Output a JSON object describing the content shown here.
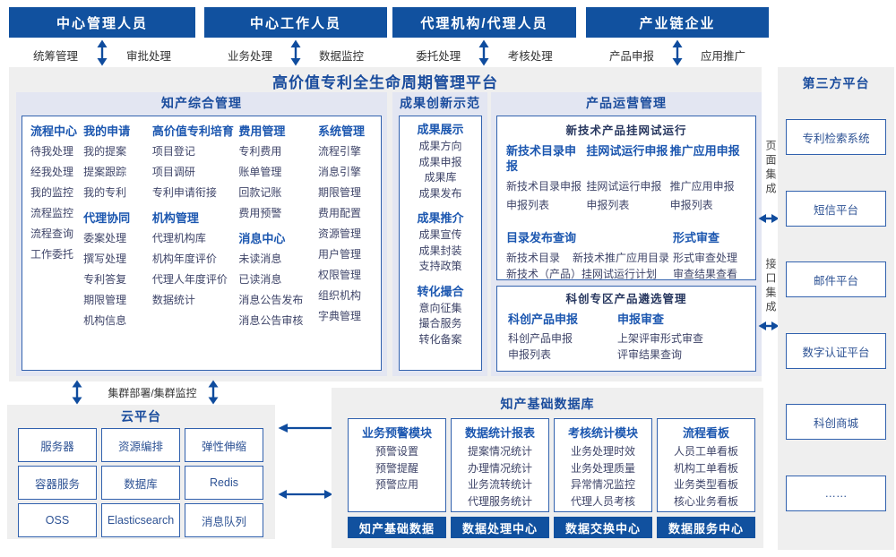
{
  "top_groups": [
    {
      "title": "中心管理人员",
      "left_label": "统筹管理",
      "right_label": "审批处理"
    },
    {
      "title": "中心工作人员",
      "left_label": "业务处理",
      "right_label": "数据监控"
    },
    {
      "title": "代理机构/代理人员",
      "left_label": "委托处理",
      "right_label": "考核处理"
    },
    {
      "title": "产业链企业",
      "left_label": "产品申报",
      "right_label": "应用推广"
    }
  ],
  "platform_title": "高价值专利全生命周期管理平台",
  "ip_management": {
    "title": "知产综合管理",
    "columns": [
      {
        "groups": [
          {
            "title": "流程中心",
            "items": [
              "待我处理",
              "经我处理",
              "我的监控",
              "流程监控",
              "流程查询",
              "工作委托"
            ]
          }
        ]
      },
      {
        "groups": [
          {
            "title": "我的申请",
            "items": [
              "我的提案",
              "提案跟踪",
              "我的专利"
            ]
          },
          {
            "title": "代理协同",
            "items": [
              "委案处理",
              "撰写处理",
              "专利答复",
              "期限管理",
              "机构信息"
            ]
          }
        ]
      },
      {
        "groups": [
          {
            "title": "高价值专利培育",
            "items": [
              "项目登记",
              "项目调研",
              "专利申请衔接"
            ]
          },
          {
            "title": "机构管理",
            "items": [
              "代理机构库",
              "机构年度评价",
              "代理人年度评价",
              "数据统计"
            ]
          }
        ]
      },
      {
        "groups": [
          {
            "title": "费用管理",
            "items": [
              "专利费用",
              "账单管理",
              "回款记账",
              "费用预警"
            ]
          },
          {
            "title": "消息中心",
            "items": [
              "未读消息",
              "已读消息",
              "消息公告发布",
              "消息公告审核"
            ]
          }
        ]
      },
      {
        "groups": [
          {
            "title": "系统管理",
            "items": [
              "流程引擎",
              "消息引擎",
              "期限管理",
              "费用配置",
              "资源管理",
              "用户管理",
              "权限管理",
              "组织机构",
              "字典管理"
            ]
          }
        ]
      }
    ]
  },
  "achievement": {
    "title": "成果创新示范",
    "groups": [
      {
        "title": "成果展示",
        "items": [
          "成果方向",
          "成果申报",
          "成果库",
          "成果发布"
        ]
      },
      {
        "title": "成果推介",
        "items": [
          "成果宣传",
          "成果封装",
          "支持政策"
        ]
      },
      {
        "title": "转化撮合",
        "items": [
          "意向征集",
          "撮合服务",
          "转化备案"
        ]
      }
    ]
  },
  "product_ops": {
    "title": "产品运营管理",
    "trial_box": {
      "title": "新技术产品挂网试运行",
      "columns": [
        {
          "title": "新技术目录申报",
          "items": [
            "新技术目录申报",
            "申报列表"
          ]
        },
        {
          "title": "挂网试运行申报",
          "items": [
            "挂网试运行申报",
            "申报列表"
          ]
        },
        {
          "title": "推广应用申报",
          "items": [
            "推广应用申报",
            "申报列表"
          ]
        }
      ],
      "catalog_group": {
        "title": "目录发布查询",
        "row1_item1": "新技术目录",
        "row1_item2": "新技术推广应用目录",
        "row2": "新技术（产品）挂网试运行计划"
      },
      "review_group": {
        "title": "形式审查",
        "items": [
          "形式审查处理",
          "审查结果查看"
        ]
      }
    },
    "selection_box": {
      "title": "科创专区产品遴选管理",
      "columns": [
        {
          "title": "科创产品申报",
          "items": [
            "科创产品申报",
            "申报列表"
          ]
        },
        {
          "title": "申报审查",
          "items": [
            "上架评审形式审查",
            "评审结果查询"
          ]
        }
      ]
    }
  },
  "third_party": {
    "title": "第三方平台",
    "boxes": [
      "专利检索系统",
      "短信平台",
      "邮件平台",
      "数字认证平台",
      "科创商城",
      "……"
    ],
    "page_integration_label": "页面集成",
    "api_integration_label": "接口集成"
  },
  "cluster_label": "集群部署/集群监控",
  "cloud": {
    "title": "云平台",
    "boxes": [
      "服务器",
      "资源编排",
      "弹性伸缩",
      "容器服务",
      "数据库",
      "Redis",
      "OSS",
      "Elasticsearch",
      "消息队列"
    ]
  },
  "data_platform": {
    "title": "知产基础数据库",
    "modules": [
      {
        "title": "业务预警模块",
        "items": [
          "预警设置",
          "预警提醒",
          "预警应用"
        ]
      },
      {
        "title": "数据统计报表",
        "items": [
          "提案情况统计",
          "办理情况统计",
          "业务流转统计",
          "代理服务统计"
        ]
      },
      {
        "title": "考核统计模块",
        "items": [
          "业务处理时效",
          "业务处理质量",
          "异常情况监控",
          "代理人员考核"
        ]
      },
      {
        "title": "流程看板",
        "items": [
          "人员工单看板",
          "机构工单看板",
          "业务类型看板",
          "核心业务看板"
        ]
      }
    ],
    "buttons": [
      "知产基础数据",
      "数据处理中心",
      "数据交换中心",
      "数据服务中心"
    ]
  },
  "colors": {
    "bar_blue": "#11519f",
    "border_blue": "#3161ae",
    "title_blue": "#1a4c9d",
    "group_blue": "#1c57b0",
    "section_bg": "#e3e6f2",
    "panel_bg": "#efefef"
  }
}
